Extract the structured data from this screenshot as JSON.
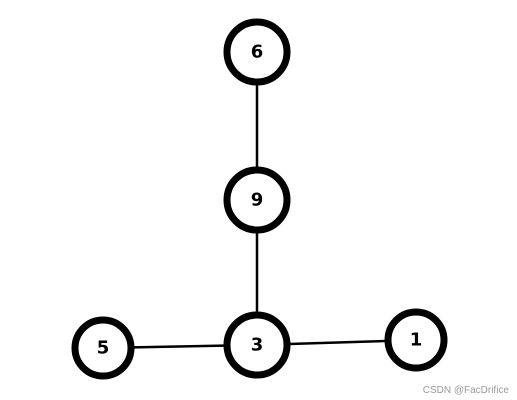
{
  "graph": {
    "nodes": [
      {
        "id": "n6",
        "label": "6"
      },
      {
        "id": "n9",
        "label": "9"
      },
      {
        "id": "n3",
        "label": "3"
      },
      {
        "id": "n5",
        "label": "5"
      },
      {
        "id": "n1",
        "label": "1"
      }
    ],
    "edges": [
      {
        "from": "n6",
        "to": "n9"
      },
      {
        "from": "n9",
        "to": "n3"
      },
      {
        "from": "n5",
        "to": "n3"
      },
      {
        "from": "n3",
        "to": "n1"
      }
    ]
  },
  "watermark": "CSDN @FacDrifice"
}
